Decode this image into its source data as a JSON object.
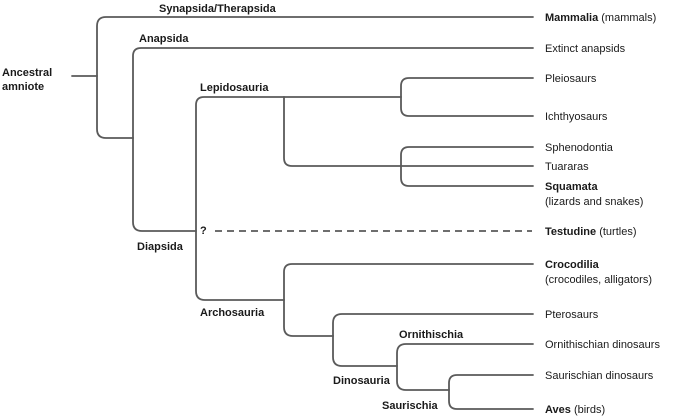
{
  "root": {
    "line1": "Ancestral",
    "line2": "amniote"
  },
  "clades": {
    "synapsida": "Synapsida/Therapsida",
    "anapsida": "Anapsida",
    "lepidosauria": "Lepidosauria",
    "diapsida": "Diapsida",
    "uncertain": "?",
    "archosauria": "Archosauria",
    "ornithischia": "Ornithischia",
    "dinosauria": "Dinosauria",
    "saurischia": "Saurischia"
  },
  "taxa": {
    "mammalia": {
      "bold": "Mammalia",
      "rest": " (mammals)"
    },
    "extinct_anapsids": "Extinct anapsids",
    "pleiosaurs": "Pleiosaurs",
    "ichthyosaurs": "Ichthyosaurs",
    "sphenodontia": "Sphenodontia",
    "tuararas": "Tuararas",
    "squamata": {
      "bold": "Squamata",
      "rest": "(lizards and snakes)"
    },
    "testudine": {
      "bold": "Testudine",
      "rest": " (turtles)"
    },
    "crocodilia": {
      "bold": "Crocodilia",
      "rest": "(crocodiles, alligators)"
    },
    "pterosaurs": "Pterosaurs",
    "ornithischian_dinosaurs": "Ornithischian dinosaurs",
    "saurischian_dinosaurs": "Saurischian dinosaurs",
    "aves": {
      "bold": "Aves",
      "rest": " (birds)"
    }
  }
}
